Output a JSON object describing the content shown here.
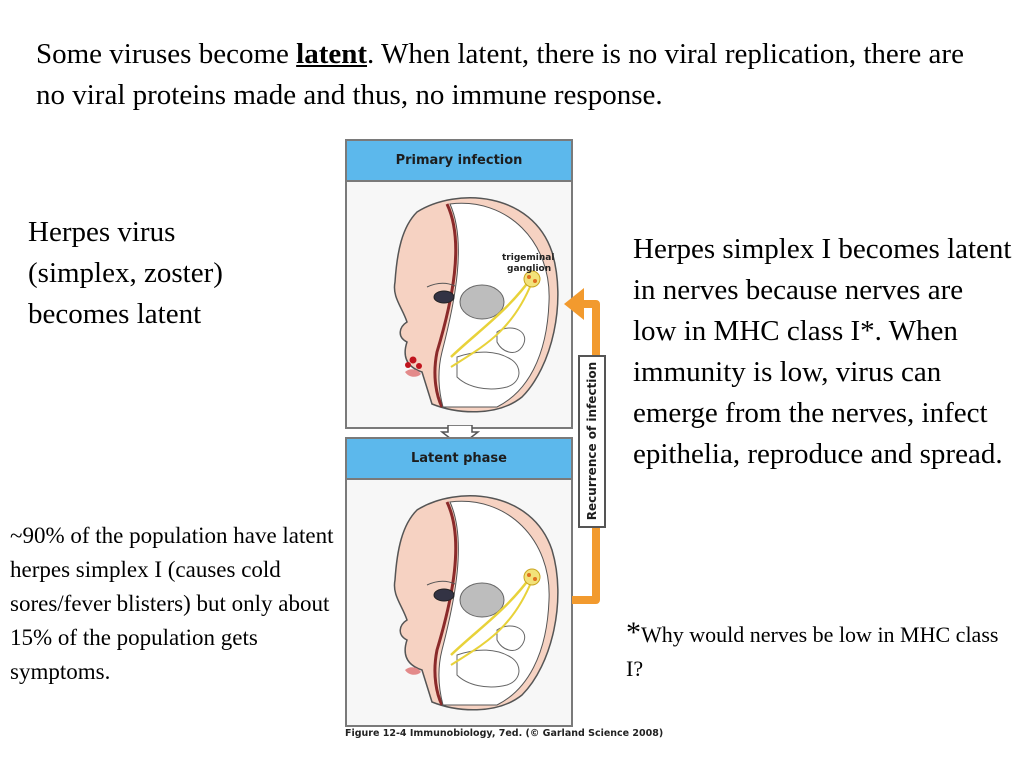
{
  "intro": {
    "part1": "Some viruses become ",
    "keyword": "latent",
    "part2": ".  When latent, there is no viral replication, there are no viral proteins made and thus, no immune response."
  },
  "left_label": "Herpes virus (simplex, zoster) becomes latent",
  "stat_text": "~90% of the population have latent herpes simplex I (causes cold sores/fever blisters) but only about 15% of the population gets symptoms.",
  "right_text": "Herpes simplex I becomes latent in nerves because nerves are low in MHC class I*.  When immunity is low, virus can emerge from the nerves, infect epithelia, reproduce and spread.",
  "question": {
    "star": "*",
    "text": "Why would nerves be low in MHC class I?"
  },
  "figure": {
    "primary_title": "Primary infection",
    "latent_title": "Latent phase",
    "ganglion_label_line1": "trigeminal",
    "ganglion_label_line2": "ganglion",
    "recurrence_label": "Recurrence of infection",
    "caption": "Figure 12-4  Immunobiology, 7ed. (© Garland Science 2008)",
    "colors": {
      "header_blue": "#5cb8ec",
      "arrow_orange": "#f29a2e",
      "skin": "#f6d2c2",
      "nerve_yellow": "#e8d23a",
      "lesion_red": "#c0141e"
    }
  }
}
